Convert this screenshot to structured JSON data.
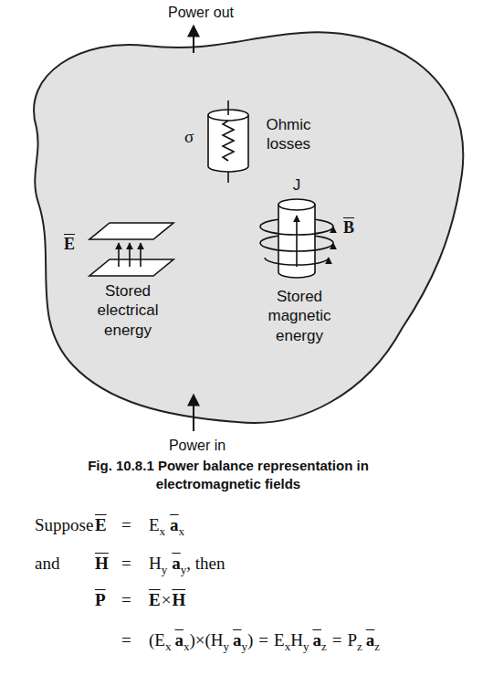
{
  "diagram": {
    "caption": "Fig. 10.8.1 Power balance representation in electromagnetic fields",
    "labels": [
      "Power out",
      "Power in",
      "σ",
      "Ohmic losses",
      "J",
      "B",
      "E",
      "Stored electrical energy",
      "Stored magnetic energy",
      "Suppose",
      "E",
      "=",
      "E",
      "x",
      "a",
      "x",
      "and",
      "H",
      "=",
      "H",
      "y",
      "a",
      "y",
      ", then",
      "P",
      "=",
      "E",
      "×",
      "H",
      "=",
      "(E",
      "x",
      "a",
      "x",
      ")×(H",
      "y",
      "a",
      "y",
      ")",
      "=",
      "E",
      "x",
      "H",
      "y",
      "a",
      "z",
      "=",
      "P",
      "z",
      "a",
      "z"
    ]
  }
}
